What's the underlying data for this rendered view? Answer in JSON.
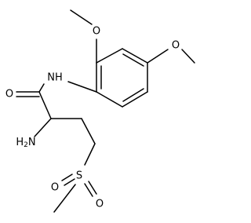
{
  "molecule": {
    "labels": {
      "amide_oxygen": "O",
      "nh": "NH",
      "amine_h": "H",
      "amine_h_count": "2",
      "amine_n": "N",
      "sulfur": "S",
      "sulfonyl_oxygen_1": "O",
      "sulfonyl_oxygen_2": "O",
      "methoxy_oxygen_ortho": "O",
      "methoxy_oxygen_para": "O"
    }
  }
}
